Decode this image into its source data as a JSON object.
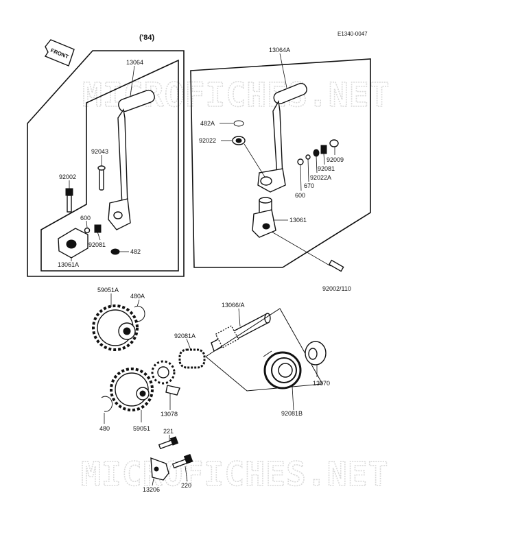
{
  "diagram": {
    "code": "E1340-0047",
    "variant_note": "('84)",
    "front_arrow": "FRONT",
    "watermark": "MICROFICHES.NET",
    "labels": {
      "p13064": "13064",
      "p13064A": "13064A",
      "p482A": "482A",
      "p92022": "92022",
      "p92043": "92043",
      "p92002": "92002",
      "p600_left": "600",
      "p92081_left": "92081",
      "p482": "482",
      "p13061A": "13061A",
      "p92009": "92009",
      "p92081_right": "92081",
      "p92022A": "92022A",
      "p670": "670",
      "p600_right": "600",
      "p13061": "13061",
      "p92002_110": "92002/110",
      "p59051A": "59051A",
      "p480A": "480A",
      "p13066A": "13066/A",
      "p92081A": "92081A",
      "p13070": "13070",
      "p92081B": "92081B",
      "p13078": "13078",
      "p59051": "59051",
      "p480": "480",
      "p221": "221",
      "p13206": "13206",
      "p220": "220"
    }
  }
}
